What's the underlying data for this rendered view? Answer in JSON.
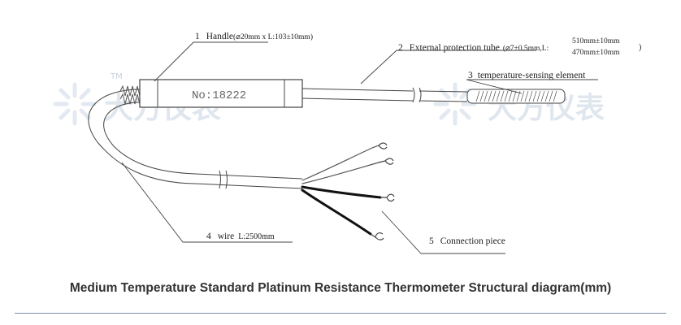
{
  "watermark": {
    "brand_text": "大方仪表",
    "trademark": "TM",
    "color": "#dfe6ee"
  },
  "labels": {
    "handle": {
      "num": "1",
      "name": "Handle",
      "spec": "(⌀20mm x L:103±10mm)"
    },
    "tube": {
      "num": "2",
      "name": "External protection tube",
      "spec": "(⌀7±0.5mm,L:",
      "len1": "510mm±10mm",
      "len2": "470mm±10mm",
      "close": ")"
    },
    "element": {
      "num": "3",
      "name": "temperature-sensing element"
    },
    "wire": {
      "num": "4",
      "name": "wire",
      "spec": "L:2500mm"
    },
    "connection": {
      "num": "5",
      "name": "Connection piece"
    }
  },
  "handle_marking": "No:18222",
  "caption": "Medium Temperature Standard Platinum Resistance Thermometer Structural diagram(mm)",
  "colors": {
    "line": "#444444",
    "divider": "#7a8fa8"
  }
}
